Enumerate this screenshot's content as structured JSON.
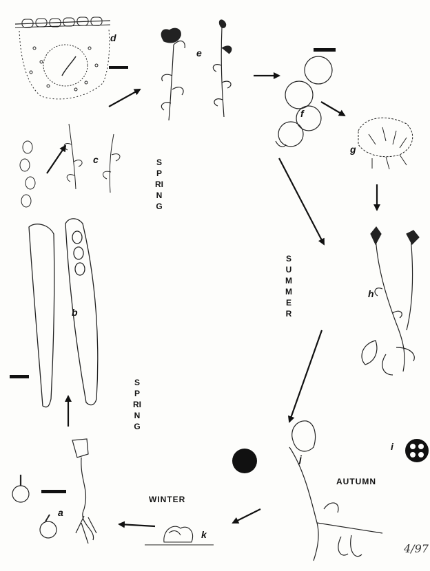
{
  "seasons": {
    "spring_top": "SPRING",
    "summer": "SUMMER",
    "spring_left": "SPRING",
    "autumn": "AUTUMN",
    "winter": "WINTER"
  },
  "labels": {
    "a": "a",
    "b": "b",
    "c": "c",
    "d": "d",
    "e": "e",
    "f": "f",
    "g": "g",
    "h": "h",
    "i": "i",
    "j": "j",
    "k": "k"
  },
  "artist_signature": "4/97",
  "colors": {
    "ink": "#1a1a1a",
    "paper": "#fdfdfb"
  }
}
